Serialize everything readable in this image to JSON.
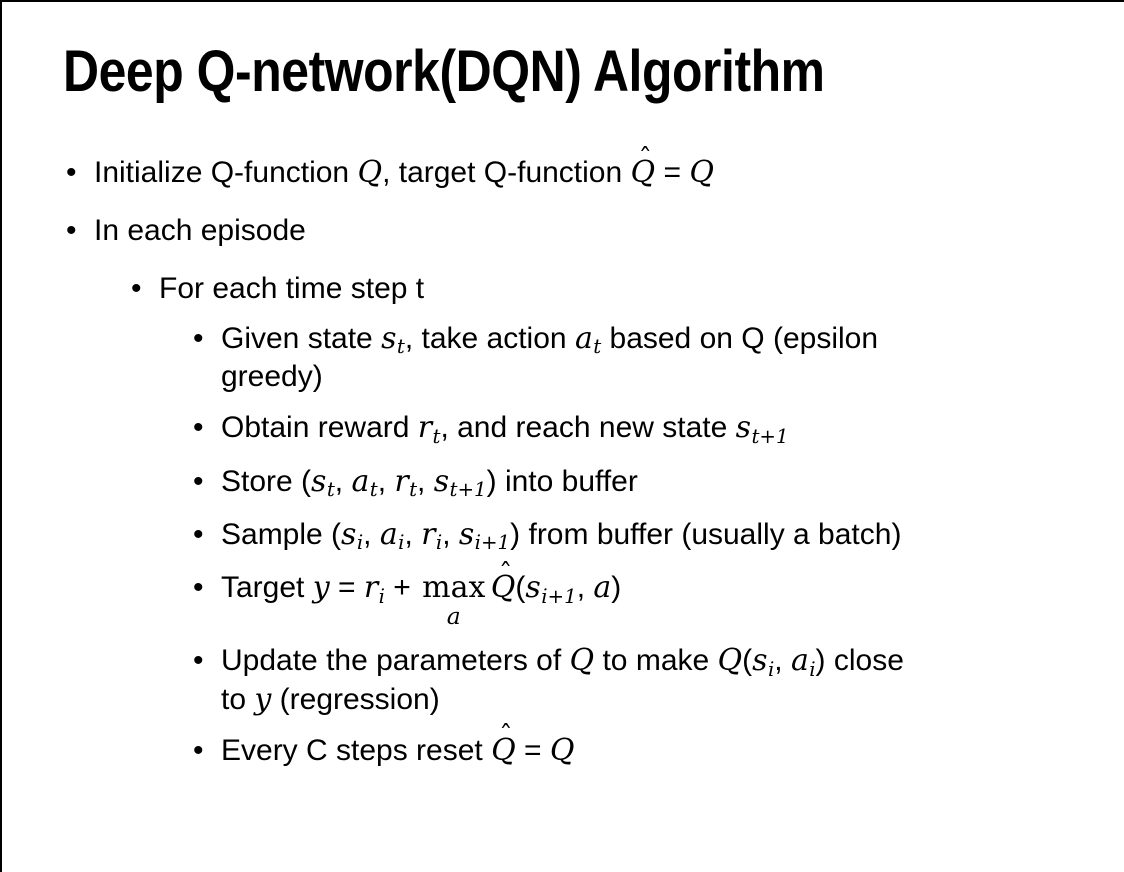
{
  "slide": {
    "title": "Deep Q-network(DQN) Algorithm",
    "bullet_glyph": "•",
    "hat_glyph": "ˆ",
    "text_color": "#000000",
    "background_color": "#ffffff",
    "bullets": [
      {
        "level": 1,
        "runs": [
          {
            "type": "t",
            "text": "Initialize Q-function "
          },
          {
            "type": "m",
            "text": "Q"
          },
          {
            "type": "t",
            "text": ", target Q-function "
          },
          {
            "type": "mhat",
            "base": "Q"
          },
          {
            "type": "t",
            "text": " = "
          },
          {
            "type": "m",
            "text": "Q"
          }
        ]
      },
      {
        "level": 1,
        "runs": [
          {
            "type": "t",
            "text": "In each episode"
          }
        ]
      },
      {
        "level": 2,
        "runs": [
          {
            "type": "t",
            "text": "For each time step t"
          }
        ]
      },
      {
        "level": 3,
        "runs": [
          {
            "type": "t",
            "text": "Given state "
          },
          {
            "type": "msub",
            "base": "s",
            "sub": "t"
          },
          {
            "type": "t",
            "text": ", take action "
          },
          {
            "type": "msub",
            "base": "a",
            "sub": "t"
          },
          {
            "type": "t",
            "text": " based on Q (epsilon"
          },
          {
            "type": "br"
          },
          {
            "type": "t",
            "text": "greedy)"
          }
        ]
      },
      {
        "level": 3,
        "runs": [
          {
            "type": "t",
            "text": "Obtain reward "
          },
          {
            "type": "msub",
            "base": "r",
            "sub": "t"
          },
          {
            "type": "t",
            "text": ", and reach new state "
          },
          {
            "type": "msub",
            "base": "s",
            "sub": "t+1"
          }
        ]
      },
      {
        "level": 3,
        "runs": [
          {
            "type": "t",
            "text": "Store ("
          },
          {
            "type": "msub",
            "base": "s",
            "sub": "t"
          },
          {
            "type": "t",
            "text": ", "
          },
          {
            "type": "msub",
            "base": "a",
            "sub": "t"
          },
          {
            "type": "t",
            "text": ", "
          },
          {
            "type": "msub",
            "base": "r",
            "sub": "t"
          },
          {
            "type": "t",
            "text": ", "
          },
          {
            "type": "msub",
            "base": "s",
            "sub": "t+1"
          },
          {
            "type": "t",
            "text": ") into buffer"
          }
        ]
      },
      {
        "level": 3,
        "runs": [
          {
            "type": "t",
            "text": "Sample ("
          },
          {
            "type": "msub",
            "base": "s",
            "sub": "i"
          },
          {
            "type": "t",
            "text": ", "
          },
          {
            "type": "msub",
            "base": "a",
            "sub": "i"
          },
          {
            "type": "t",
            "text": ", "
          },
          {
            "type": "msub",
            "base": "r",
            "sub": "i"
          },
          {
            "type": "t",
            "text": ", "
          },
          {
            "type": "msub",
            "base": "s",
            "sub": "i+1"
          },
          {
            "type": "t",
            "text": ") from buffer (usually a batch)"
          }
        ]
      },
      {
        "level": 3,
        "runs": [
          {
            "type": "t",
            "text": "Target "
          },
          {
            "type": "m",
            "text": "y"
          },
          {
            "type": "t",
            "text": " = "
          },
          {
            "type": "msub",
            "base": "r",
            "sub": "i"
          },
          {
            "type": "t",
            "text": " + "
          },
          {
            "type": "us",
            "main": "max",
            "under": "a"
          },
          {
            "type": "mhat",
            "base": "Q"
          },
          {
            "type": "t",
            "text": "("
          },
          {
            "type": "msub",
            "base": "s",
            "sub": "i+1"
          },
          {
            "type": "t",
            "text": ", "
          },
          {
            "type": "m",
            "text": "a"
          },
          {
            "type": "t",
            "text": ")"
          }
        ]
      },
      {
        "level": 3,
        "runs": [
          {
            "type": "t",
            "text": "Update the parameters of "
          },
          {
            "type": "m",
            "text": "Q"
          },
          {
            "type": "t",
            "text": " to make "
          },
          {
            "type": "m",
            "text": "Q"
          },
          {
            "type": "t",
            "text": "("
          },
          {
            "type": "msub",
            "base": "s",
            "sub": "i"
          },
          {
            "type": "t",
            "text": ", "
          },
          {
            "type": "msub",
            "base": "a",
            "sub": "i"
          },
          {
            "type": "t",
            "text": ") close"
          },
          {
            "type": "br"
          },
          {
            "type": "t",
            "text": "to "
          },
          {
            "type": "m",
            "text": "y"
          },
          {
            "type": "t",
            "text": " (regression)"
          }
        ]
      },
      {
        "level": 3,
        "runs": [
          {
            "type": "t",
            "text": "Every C steps reset "
          },
          {
            "type": "mhat",
            "base": "Q"
          },
          {
            "type": "t",
            "text": " = "
          },
          {
            "type": "m",
            "text": "Q"
          }
        ]
      }
    ]
  }
}
